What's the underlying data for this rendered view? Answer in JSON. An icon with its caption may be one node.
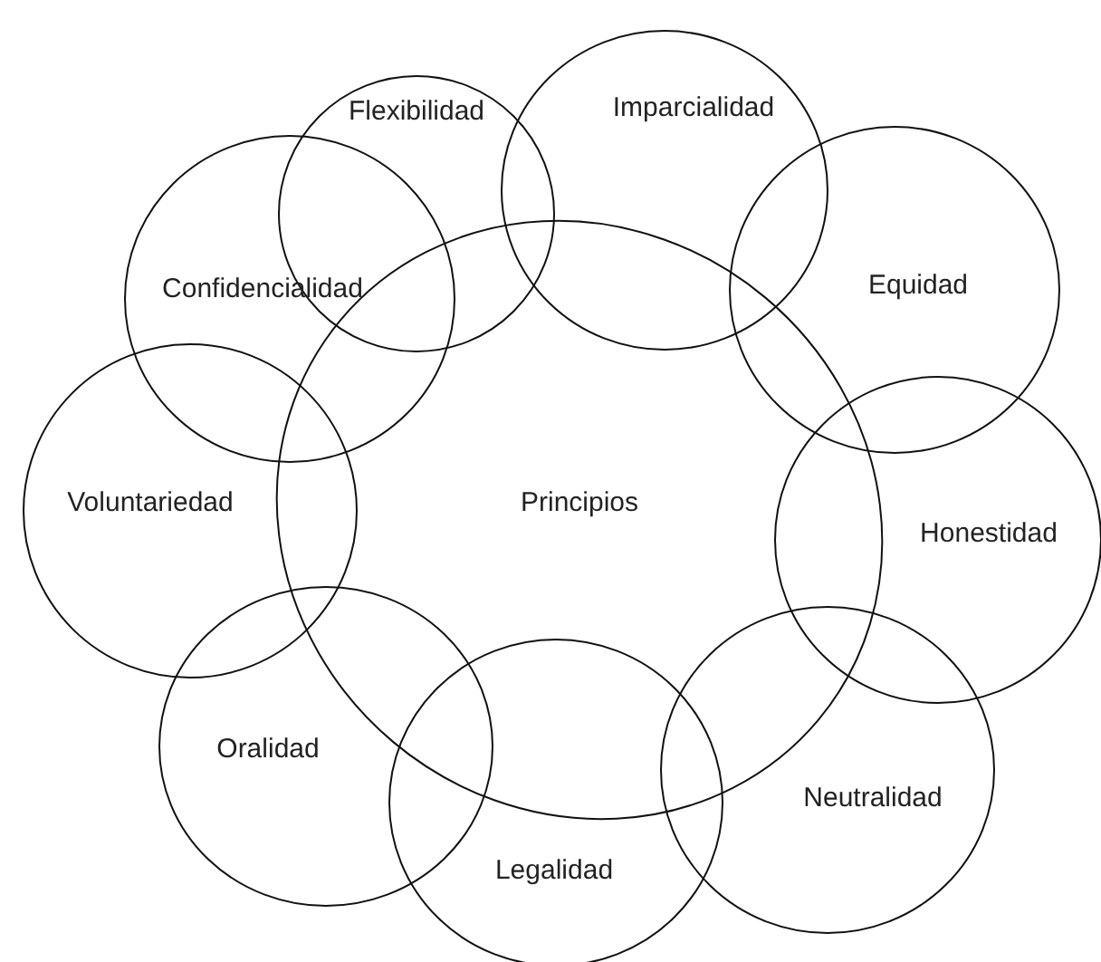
{
  "diagram": {
    "nodes": [
      {
        "text": [
          "Flexibilidad"
        ]
      },
      {
        "text": [
          "Imparcialidad"
        ]
      },
      {
        "text": [
          "Confidencialidad"
        ]
      },
      {
        "text": [
          "Equidad"
        ]
      },
      {
        "text": [
          "Voluntariedad"
        ]
      },
      {
        "text": [
          "Principios"
        ]
      },
      {
        "text": [
          "Honestidad"
        ]
      },
      {
        "text": [
          "Oralidad"
        ]
      },
      {
        "text": [
          "Neutralidad"
        ]
      },
      {
        "text": [
          "Legalidad"
        ]
      }
    ]
  }
}
